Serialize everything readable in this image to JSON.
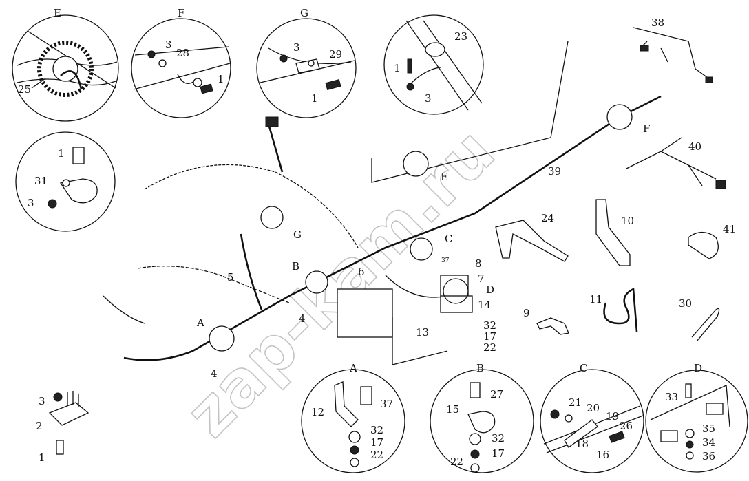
{
  "watermark": "zap-kam.ru",
  "detail_views": {
    "E": {
      "title": "E",
      "callouts": [
        "25"
      ]
    },
    "F": {
      "title": "F",
      "callouts": [
        "3",
        "28",
        "1"
      ]
    },
    "G": {
      "title": "G",
      "callouts": [
        "3",
        "29",
        "1"
      ]
    },
    "clamp_23": {
      "callouts": [
        "23",
        "1",
        "3"
      ]
    },
    "clamp_31": {
      "callouts": [
        "1",
        "31",
        "3"
      ]
    },
    "A": {
      "title": "A",
      "callouts": [
        "12",
        "37",
        "32",
        "17",
        "22"
      ]
    },
    "B": {
      "title": "B",
      "callouts": [
        "27",
        "15",
        "32",
        "22",
        "17"
      ]
    },
    "C": {
      "title": "C",
      "callouts": [
        "21",
        "20",
        "19",
        "18",
        "26",
        "16"
      ]
    },
    "D": {
      "title": "D",
      "callouts": [
        "33",
        "35",
        "34",
        "36"
      ]
    }
  },
  "main_callouts": [
    "A",
    "B",
    "C",
    "D",
    "E",
    "F",
    "G",
    "4",
    "4",
    "5",
    "6",
    "7",
    "8",
    "14",
    "13",
    "32",
    "17",
    "22",
    "37",
    "39"
  ],
  "loose_parts": {
    "p38": "38",
    "p40": "40",
    "p24": "24",
    "p10": "10",
    "p41": "41",
    "p9": "9",
    "p11": "11",
    "p30": "30",
    "p2": {
      "labels": [
        "3",
        "2",
        "1"
      ]
    }
  }
}
